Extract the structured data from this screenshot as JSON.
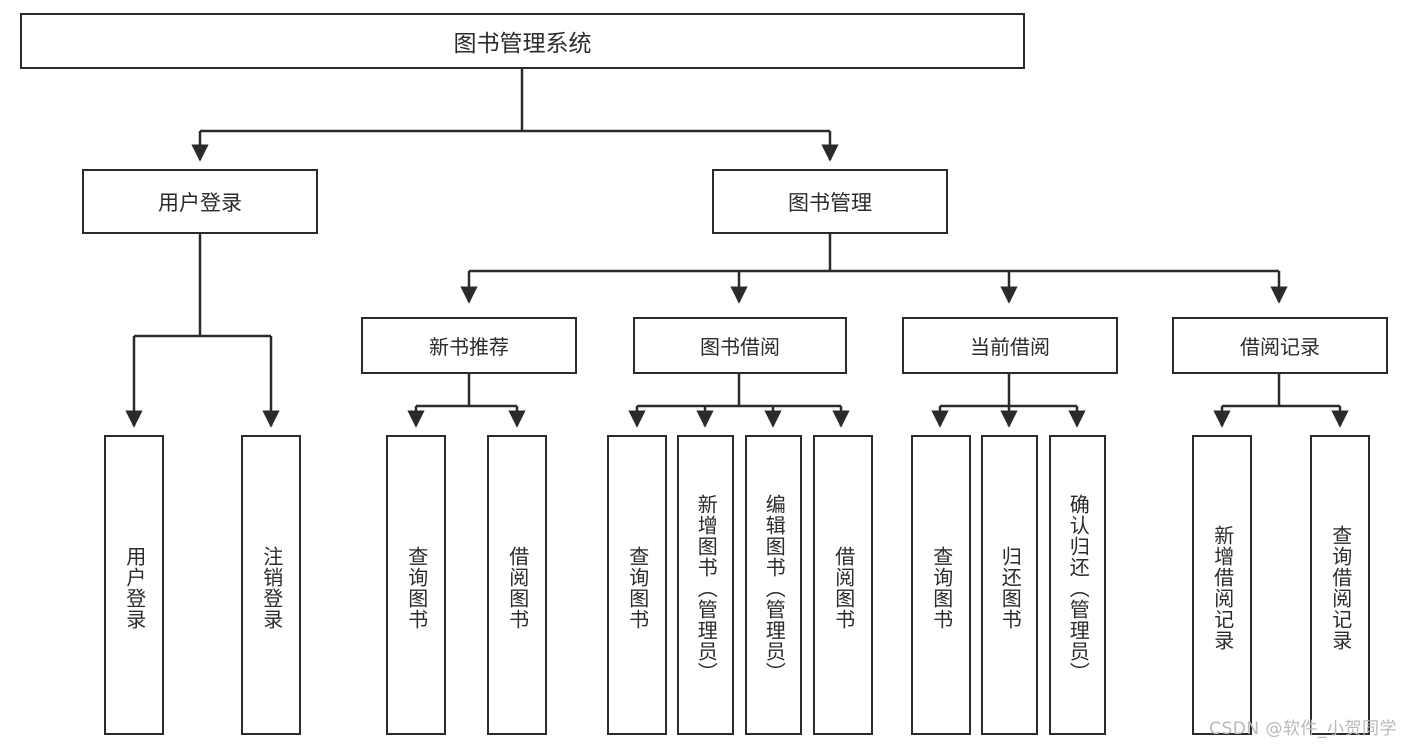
{
  "diagram": {
    "title": "图书管理系统",
    "type": "tree-hierarchy-diagram",
    "watermark": "CSDN @软件_小贺同学",
    "colors": {
      "stroke": "#2b2b2b",
      "fill": "#ffffff",
      "watermark": "#b9b9b9"
    },
    "root": {
      "label": "图书管理系统"
    },
    "level2": [
      {
        "id": "user-login",
        "label": "用户登录"
      },
      {
        "id": "book-management",
        "label": "图书管理"
      }
    ],
    "level3": [
      {
        "id": "new-book-recommend",
        "label": "新书推荐"
      },
      {
        "id": "book-borrow",
        "label": "图书借阅"
      },
      {
        "id": "current-borrow",
        "label": "当前借阅"
      },
      {
        "id": "borrow-record",
        "label": "借阅记录"
      }
    ],
    "leaves": {
      "user_login": [
        {
          "id": "leaf-user-login",
          "label": "用户登录"
        },
        {
          "id": "leaf-logout-login",
          "label": "注销登录"
        }
      ],
      "new_book_recommend": [
        {
          "id": "leaf-query-book-1",
          "label": "查询图书"
        },
        {
          "id": "leaf-borrow-book-1",
          "label": "借阅图书"
        }
      ],
      "book_borrow": [
        {
          "id": "leaf-query-book-2",
          "label": "查询图书"
        },
        {
          "id": "leaf-add-book",
          "label": "新增图书（管理员）"
        },
        {
          "id": "leaf-edit-book",
          "label": "编辑图书（管理员）"
        },
        {
          "id": "leaf-borrow-book-2",
          "label": "借阅图书"
        }
      ],
      "current_borrow": [
        {
          "id": "leaf-query-book-3",
          "label": "查询图书"
        },
        {
          "id": "leaf-return-book",
          "label": "归还图书"
        },
        {
          "id": "leaf-confirm-return",
          "label": "确认归还（管理员）"
        }
      ],
      "borrow_record": [
        {
          "id": "leaf-add-record",
          "label": "新增借阅记录"
        },
        {
          "id": "leaf-query-record",
          "label": "查询借阅记录"
        }
      ]
    }
  }
}
